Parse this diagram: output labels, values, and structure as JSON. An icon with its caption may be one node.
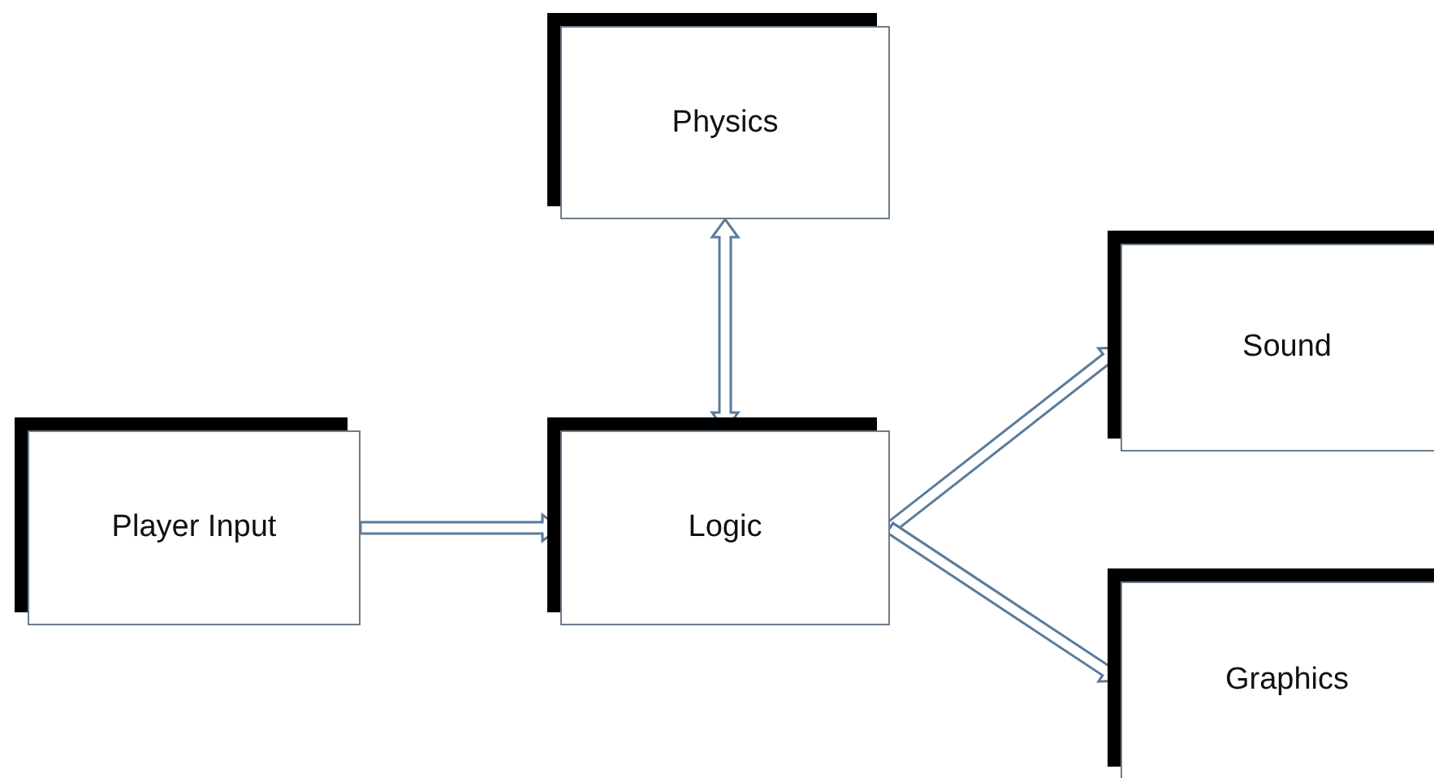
{
  "diagram": {
    "nodes": [
      {
        "text": [
          "Physics"
        ]
      },
      {
        "text": [
          "Player Input"
        ]
      },
      {
        "text": [
          "Logic"
        ]
      },
      {
        "text": [
          "Sound"
        ]
      },
      {
        "text": [
          "Graphics"
        ]
      }
    ],
    "edges": [
      {
        "from": 2,
        "to": 0,
        "arrow": "both"
      },
      {
        "from": 1,
        "to": 2,
        "arrow": "to"
      },
      {
        "from": 2,
        "to": 3,
        "arrow": "to"
      },
      {
        "from": 2,
        "to": 4,
        "arrow": "to"
      }
    ]
  }
}
